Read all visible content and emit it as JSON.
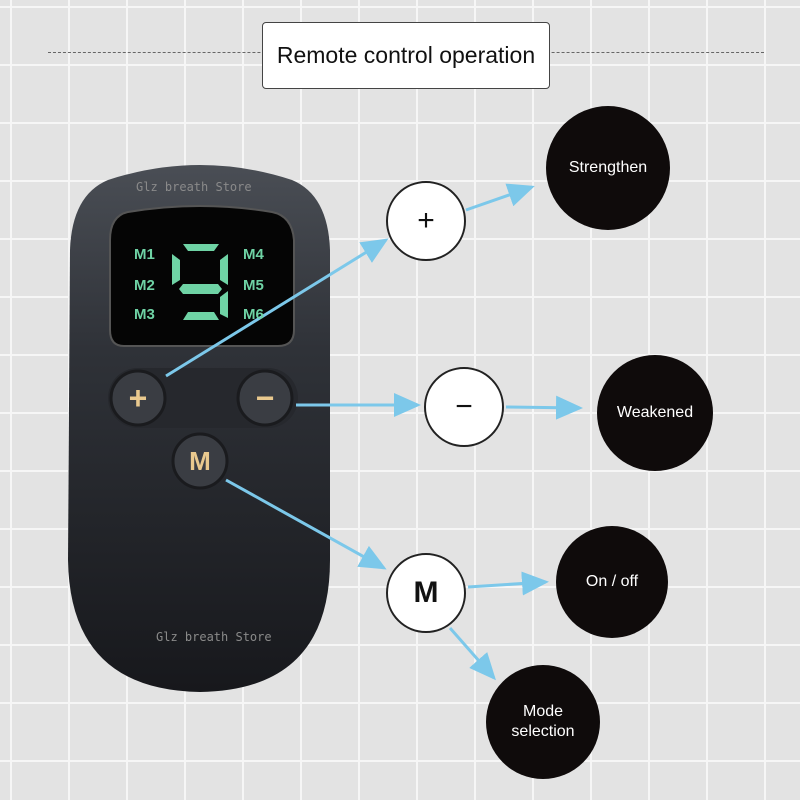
{
  "title": "Remote control operation",
  "device": {
    "watermark": "Glz breath Store",
    "screen_modes": [
      "M1",
      "M2",
      "M3",
      "M4",
      "M5",
      "M6"
    ],
    "display_digit": "9",
    "buttons": {
      "plus": "+",
      "minus": "−",
      "mode": "M"
    }
  },
  "operations": [
    {
      "symbol": "+",
      "result": "Strengthen"
    },
    {
      "symbol": "−",
      "result": "Weakened"
    },
    {
      "symbol": "M",
      "results": [
        "On / off",
        "Mode selection"
      ]
    }
  ],
  "colors": {
    "arrow": "#7cc8ea",
    "device": "#2a2d33",
    "screen_text": "#6fd3a5",
    "result_circle": "#0f0b0b"
  }
}
